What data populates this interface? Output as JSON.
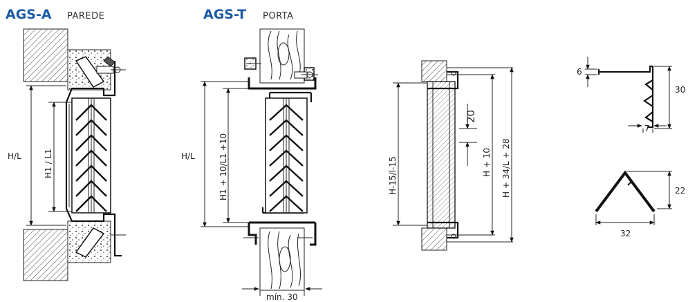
{
  "colors": {
    "accent": "#1a5aa6",
    "ink": "#1f1f1f"
  },
  "sections": {
    "ags_a": {
      "code": "AGS-A",
      "mount": "PAREDE",
      "dim_height": "H/L",
      "dim_inner": "H1 / L1"
    },
    "ags_t": {
      "code": "AGS-T",
      "mount": "PORTA",
      "dim_height": "H/L",
      "dim_inner": "H1 + 10/L1 +10",
      "dim_min": "mín. 30"
    },
    "section_view": {
      "dim_a": "H-15/l-15",
      "dim_b": "H + 10",
      "dim_c": "H + 34/L + 28",
      "dim_pitch": "20"
    },
    "profile": {
      "dim_flange": "6",
      "dim_height": "30",
      "dim_lip": "7"
    },
    "blade": {
      "dim_height": "22",
      "dim_width": "32"
    }
  }
}
